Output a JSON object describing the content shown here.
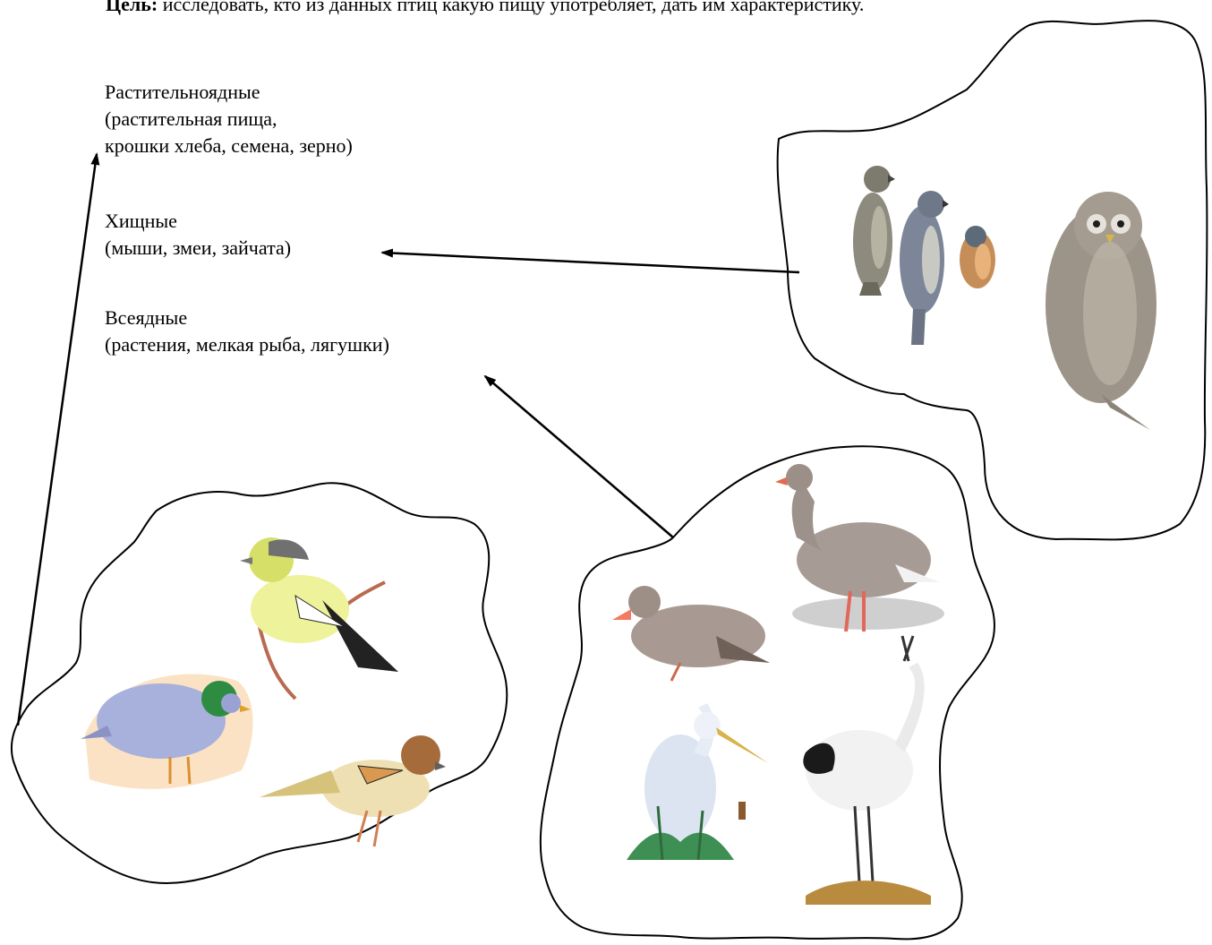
{
  "header": {
    "goal_label": "Цель:",
    "goal_text": " исследовать, кто из данных птиц какую пищу употребляет, дать им характеристику."
  },
  "categories": [
    {
      "name": "Растительноядные",
      "food_lines": [
        "(растительная пища,",
        "крошки хлеба, семена, зерно)"
      ]
    },
    {
      "name": "Хищные",
      "food_lines": [
        "(мыши, змеи, зайчата)"
      ]
    },
    {
      "name": "Всеядные",
      "food_lines": [
        "(растения, мелкая рыба, лягушки)"
      ]
    }
  ],
  "groups": {
    "predators": [
      "hawk-icon",
      "sparrowhawk-icon",
      "kestrel-icon",
      "owl-icon"
    ],
    "omnivores": [
      "duck-icon",
      "goose-icon",
      "heron-icon",
      "crane-icon"
    ],
    "herbivores": [
      "finch-icon",
      "pigeon-icon",
      "sparrow-icon"
    ]
  }
}
